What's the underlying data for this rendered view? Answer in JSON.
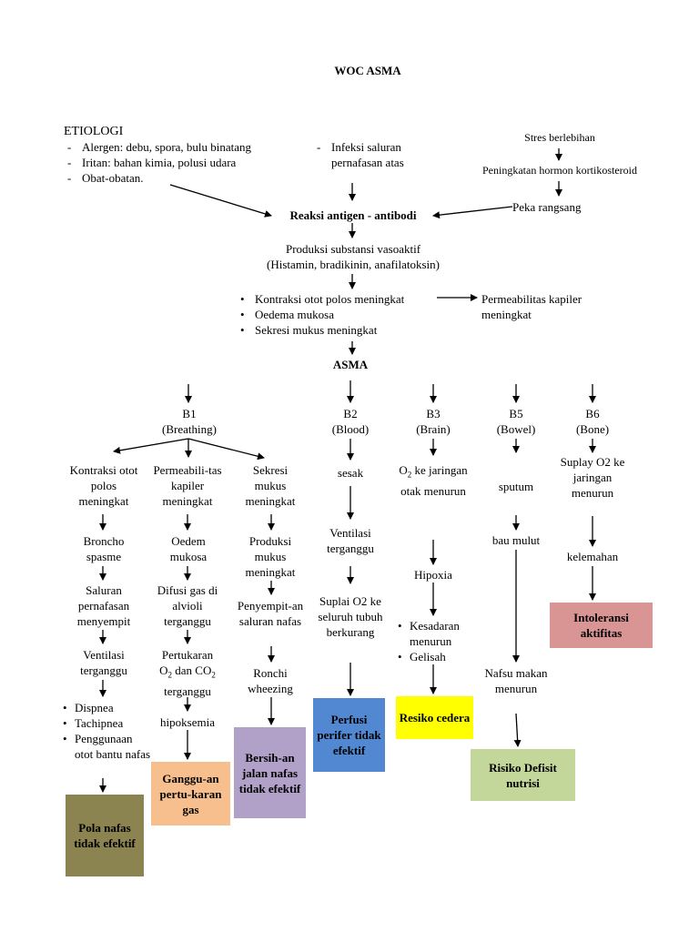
{
  "title": "WOC ASMA",
  "etiologi": {
    "heading": "ETIOLOGI",
    "items": [
      "Alergen: debu, spora, bulu binatang",
      "Iritan: bahan kimia, polusi udara",
      "Obat-obatan."
    ]
  },
  "infeksi": "Infeksi saluran pernafasan atas",
  "stres": "Stres berlebihan",
  "hormon": "Peningkatan hormon kortikosteroid",
  "peka": "Peka rangsang",
  "reaksi": "Reaksi antigen - antibodi",
  "produksi_line1": "Produksi substansi vasoaktif",
  "produksi_line2": "(Histamin, bradikinin, anafilatoksin)",
  "effects": [
    "Kontraksi otot polos meningkat",
    "Oedema mukosa",
    "Sekresi mukus meningkat"
  ],
  "permeabilitas": "Permeabilitas kapiler meningkat",
  "asma": "ASMA",
  "b1": {
    "label": "B1",
    "sub": "(Breathing)",
    "col1": {
      "n1": "Kontraksi otot polos meningkat",
      "n2": "Broncho spasme",
      "n3": "Saluran pernafasan menyempit",
      "n4": "Ventilasi terganggu",
      "bullets": [
        "Dispnea",
        "Tachipnea",
        "Penggunaan otot bantu nafas"
      ],
      "dx": "Pola nafas tidak efektif"
    },
    "col2": {
      "n1": "Permeabili-tas kapiler meningkat",
      "n2": "Oedem mukosa",
      "n3": "Difusi gas di alvioli terganggu",
      "n4_a": "Pertukaran",
      "n4_b": "O",
      "n4_c": "2",
      "n4_d": " dan CO",
      "n4_e": "2",
      "n4_f": "terganggu",
      "n5": "hipoksemia",
      "dx": "Ganggu-an pertu-karan gas"
    },
    "col3": {
      "n1": "Sekresi mukus meningkat",
      "n2": "Produksi mukus meningkat",
      "n3": "Penyempit-an saluran nafas",
      "n4": "Ronchi wheezing",
      "dx": "Bersih-an jalan nafas tidak efektif"
    }
  },
  "b2": {
    "label": "B2",
    "sub": "(Blood)",
    "n1": "sesak",
    "n2": "Ventilasi terganggu",
    "n3": "Suplai O2 ke seluruh tubuh berkurang",
    "dx": "Perfusi perifer tidak efektif"
  },
  "b3": {
    "label": "B3",
    "sub": "(Brain)",
    "n1_a": "O",
    "n1_b": "2",
    "n1_c": " ke jaringan otak menurun",
    "n2": "Hipoxia",
    "bullets": [
      "Kesadaran menurun",
      "Gelisah"
    ],
    "dx": "Resiko cedera"
  },
  "b5": {
    "label": "B5",
    "sub": "(Bowel)",
    "n1": "sputum",
    "n2": "bau mulut",
    "n3": "Nafsu makan menurun",
    "dx": "Risiko Defisit nutrisi"
  },
  "b6": {
    "label": "B6",
    "sub": "(Bone)",
    "n1": "Suplay O2 ke jaringan menurun",
    "n2": "kelemahan",
    "dx": "Intoleransi aktifitas"
  },
  "colors": {
    "pola": "#8b8350",
    "gangguan": "#f8bf8e",
    "bersihan": "#b1a0c8",
    "perfusi": "#5288d1",
    "resiko": "#ffff00",
    "defisit": "#c4d79b",
    "intoleransi": "#d99594"
  }
}
